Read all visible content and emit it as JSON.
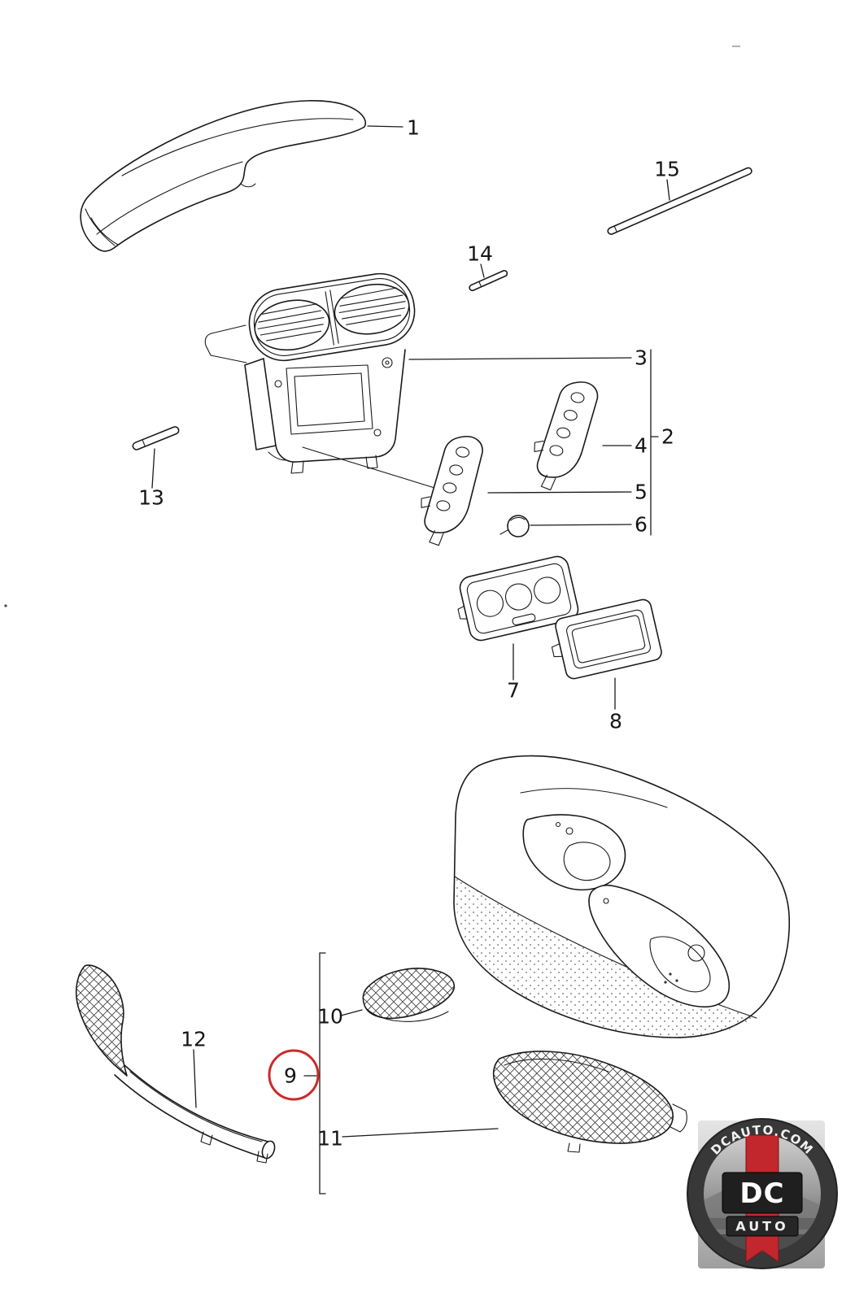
{
  "figure": {
    "kind": "exploded-parts-diagram",
    "line_color": "#1a1a1a",
    "highlight_color": "#cc2a2a",
    "callouts": {
      "c1": "1",
      "c2": "2",
      "c3": "3",
      "c4": "4",
      "c5": "5",
      "c6": "6",
      "c7": "7",
      "c8": "8",
      "c9": "9",
      "c10": "10",
      "c11": "11",
      "c12": "12",
      "c13": "13",
      "c14": "14",
      "c15": "15"
    }
  },
  "logo": {
    "site": "DCAUTO.COM",
    "monogram": "DC",
    "wordmark": "AUTO",
    "accent_color": "#c1272d"
  }
}
